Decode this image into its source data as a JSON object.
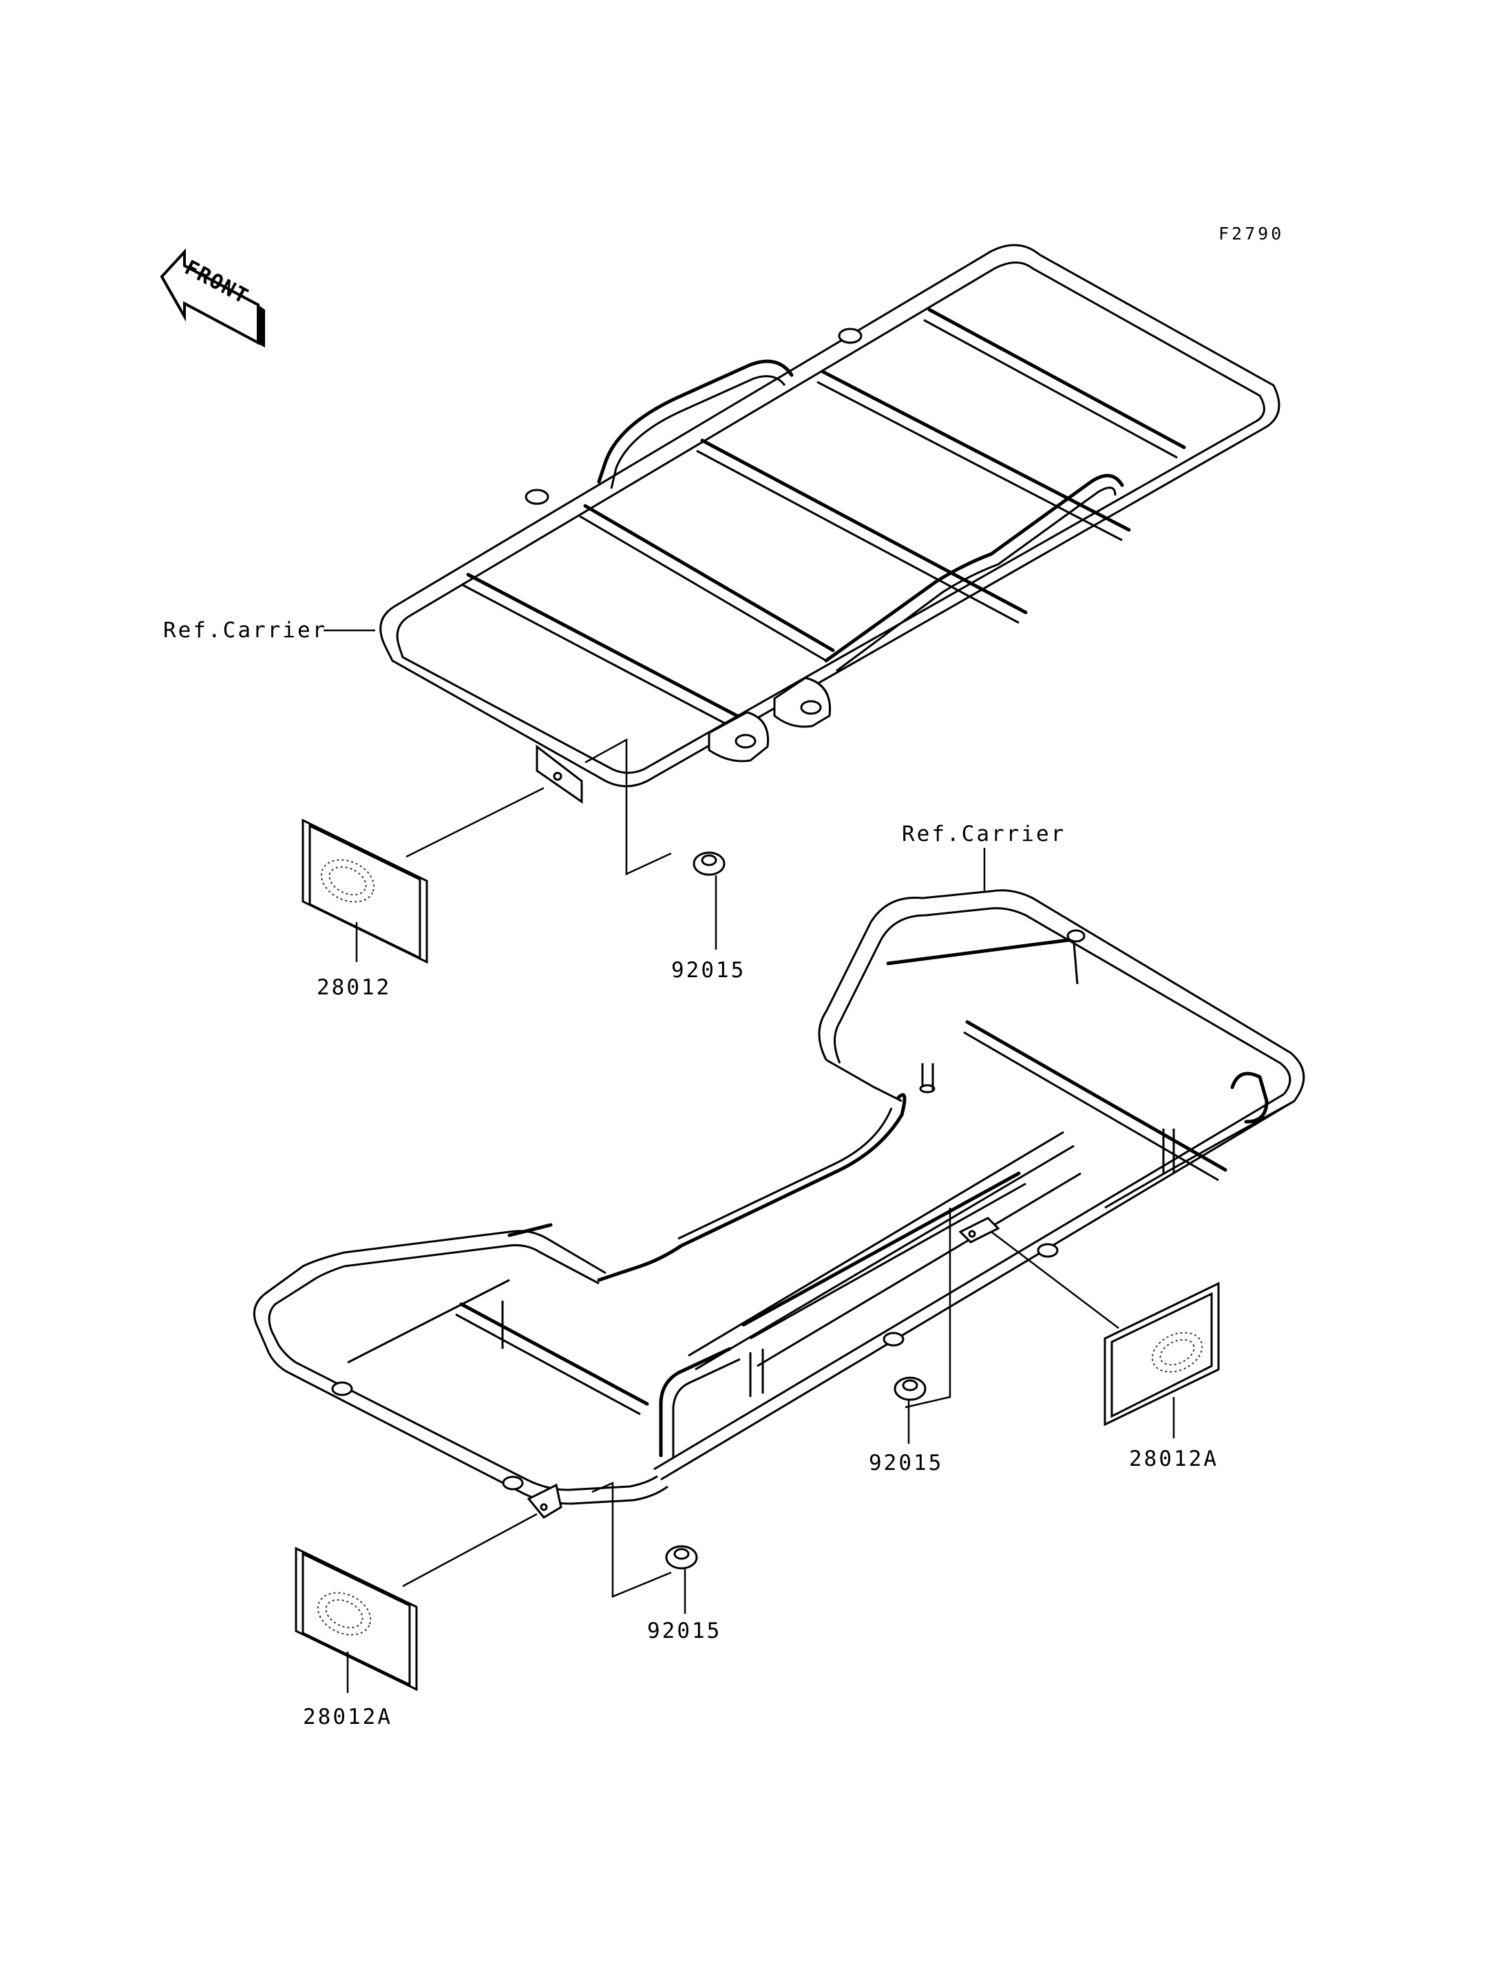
{
  "figure_code": "F2790",
  "front_badge": "FRONT",
  "callouts": {
    "upper_carrier_ref": "Ref.Carrier",
    "lower_carrier_ref": "Ref.Carrier",
    "upper_reflector": "28012",
    "upper_nut": "92015",
    "right_reflector": "28012A",
    "middle_nut": "92015",
    "lower_nut": "92015",
    "lower_reflector": "28012A"
  },
  "icons": {
    "front_arrow": "front-arrow-icon",
    "reflector": "reflector-icon",
    "nut": "nut-icon"
  }
}
